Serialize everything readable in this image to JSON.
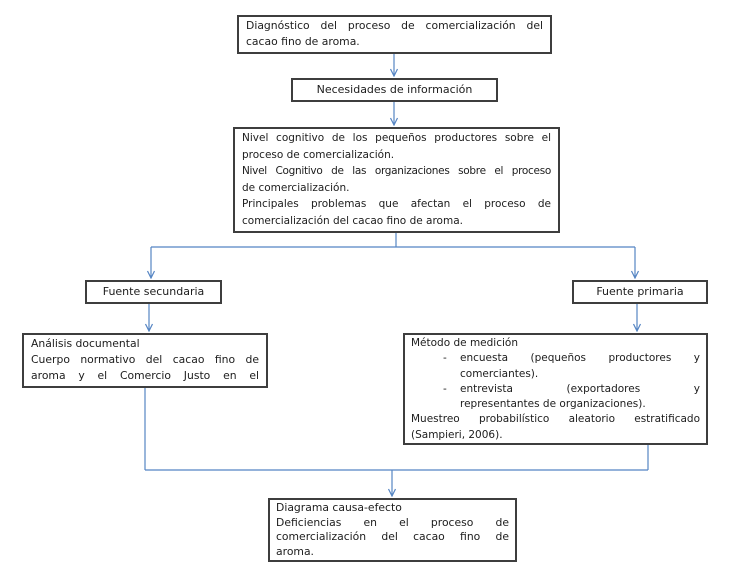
{
  "palette": {
    "connector_blue": "#5585c3",
    "box_border": "#3e3e3e",
    "text": "#1c1c1c",
    "background": "#ffffff"
  },
  "boxes": {
    "diagnostico": {
      "lines": [
        "Diagnóstico del proceso de comercialización del",
        "cacao fino de aroma."
      ]
    },
    "necesidades": {
      "label": "Necesidades de información"
    },
    "nivel": {
      "lines": [
        "Nivel cognitivo de los pequeños productores sobre el",
        "proceso de comercialización.",
        "Nivel Cognitivo de las organizaciones sobre el proceso",
        "de comercialización.",
        "Principales problemas que afectan el proceso de",
        "comercialización del cacao fino de aroma."
      ]
    },
    "fuente_secundaria": {
      "label": "Fuente secundaria"
    },
    "fuente_primaria": {
      "label": "Fuente primaria"
    },
    "analisis": {
      "lines": [
        "Análisis documental",
        "Cuerpo normativo del cacao fino de",
        "aroma y el Comercio Justo en el"
      ]
    },
    "metodo": {
      "bullet_marker": "-",
      "lines": [
        "Método de medición",
        "encuesta (pequeños productores y",
        "comerciantes).",
        "entrevista (exportadores y",
        "representantes de organizaciones).",
        "Muestreo probabilístico aleatorio estratificado",
        "(Sampieri, 2006)."
      ]
    },
    "diagrama": {
      "lines": [
        "Diagrama causa-efecto",
        "Deficiencias en el proceso de",
        "comercialización del cacao fino de",
        "aroma."
      ]
    }
  }
}
